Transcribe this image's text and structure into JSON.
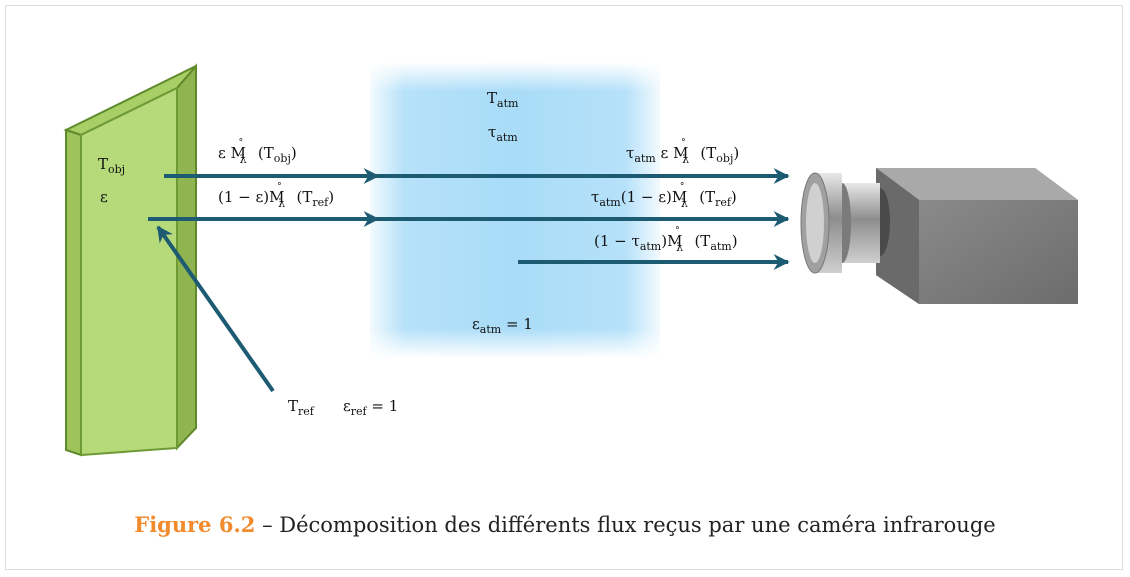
{
  "labels": {
    "t_obj": "T",
    "t_obj_sub": "obj",
    "eps": "ε",
    "t_atm": "T",
    "t_atm_sub": "atm",
    "tau_atm": "τ",
    "tau_atm_sub": "atm",
    "eps_atm": "ε",
    "eps_atm_sub": "atm",
    "eps_atm_val": " = 1",
    "t_ref": "T",
    "t_ref_sub": "ref",
    "eps_ref": "ε",
    "eps_ref_sub": "ref",
    "eps_ref_val": " = 1"
  },
  "fluxes": {
    "f1_pre": "ε",
    "f1_M": "M",
    "f1_arg": "(T",
    "f1_arg_sub": "obj",
    "f1_close": ")",
    "f2_pre": "(1 − ε)",
    "f2_M": "M",
    "f2_arg": "(T",
    "f2_arg_sub": "ref",
    "f2_close": ")",
    "f3_tau": "τ",
    "f3_tau_sub": "atm",
    "f3_pre": " ε",
    "f3_M": "M",
    "f3_arg": "(T",
    "f3_arg_sub": "obj",
    "f3_close": ")",
    "f4_tau": "τ",
    "f4_tau_sub": "atm",
    "f4_pre": "(1 − ε)",
    "f4_M": "M",
    "f4_arg": "(T",
    "f4_arg_sub": "ref",
    "f4_close": ")",
    "f5_pre": "(1 − τ",
    "f5_pre_sub": "atm",
    "f5_mid": ")",
    "f5_M": "M",
    "f5_arg": "(T",
    "f5_arg_sub": "atm",
    "f5_close": ")",
    "ring": "°",
    "lambda": "λ"
  },
  "caption": {
    "figure_label": "Figure 6.2",
    "text": " – Décomposition des différents flux reçus par une caméra infrarouge"
  },
  "colors": {
    "arrow": "#1d5b73",
    "plate_face": "#b6d97a",
    "plate_edge": "#7da043",
    "atmosphere": "#a9dcf8",
    "figure_label": "#f28a2e"
  }
}
